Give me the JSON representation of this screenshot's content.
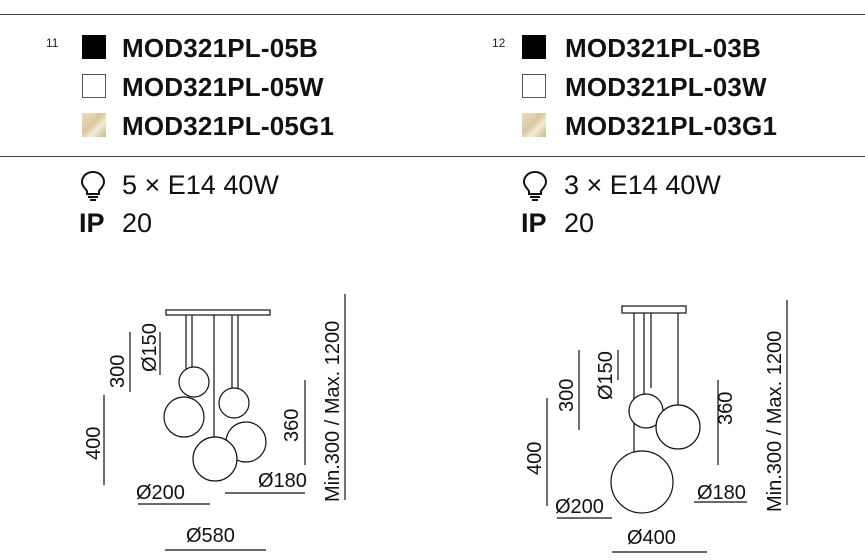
{
  "products": [
    {
      "item_number": "11",
      "variants": [
        {
          "code": "MOD321PL-05B",
          "finish": "black"
        },
        {
          "code": "MOD321PL-05W",
          "finish": "white"
        },
        {
          "code": "MOD321PL-05G1",
          "finish": "gold"
        }
      ],
      "lamp": "5 × E14 40W",
      "ip_label": "IP",
      "ip_value": "20",
      "dims": {
        "d150": "Ø150",
        "h300": "300",
        "h400": "400",
        "h360": "360",
        "range": "Min.300 / Max. 1200",
        "d200": "Ø200",
        "d180": "Ø180",
        "base": "Ø580"
      }
    },
    {
      "item_number": "12",
      "variants": [
        {
          "code": "MOD321PL-03B",
          "finish": "black"
        },
        {
          "code": "MOD321PL-03W",
          "finish": "white"
        },
        {
          "code": "MOD321PL-03G1",
          "finish": "gold"
        }
      ],
      "lamp": "3 × E14 40W",
      "ip_label": "IP",
      "ip_value": "20",
      "dims": {
        "d150": "Ø150",
        "h300": "300",
        "h400": "400",
        "h360": "360",
        "range": "Min.300 / Max. 1200",
        "d200": "Ø200",
        "d180": "Ø180",
        "base": "Ø400"
      }
    }
  ],
  "colors": {
    "black": "#000000",
    "white": "#ffffff",
    "gold": "#d9c79e",
    "rule": "#444444"
  },
  "icons": {
    "lamp": "light-bulb-icon"
  }
}
